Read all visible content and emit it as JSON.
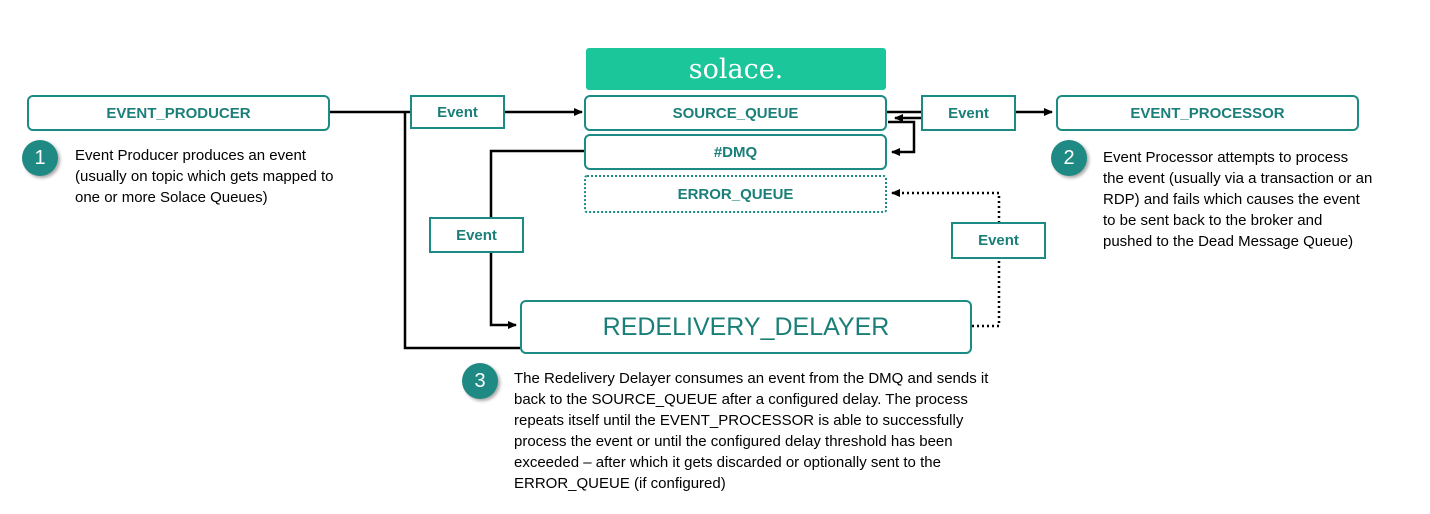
{
  "brand": {
    "logo_text": "solace."
  },
  "nodes": {
    "event_producer": "EVENT_PRODUCER",
    "source_queue": "SOURCE_QUEUE",
    "dmq": "#DMQ",
    "error_queue": "ERROR_QUEUE",
    "event_processor": "EVENT_PROCESSOR",
    "redelivery_delayer": "REDELIVERY_DELAYER"
  },
  "edge_labels": {
    "producer_to_source": "Event",
    "source_to_processor": "Event",
    "dmq_to_delayer": "Event",
    "delayer_to_error": "Event"
  },
  "steps": [
    {
      "number": "1",
      "text": "Event Producer produces an event (usually on topic which gets mapped to one or more Solace Queues)"
    },
    {
      "number": "2",
      "text": "Event Processor attempts to process the event (usually via a transaction or an RDP) and fails which causes the event to be sent back to the broker and pushed to the Dead Message Queue)"
    },
    {
      "number": "3",
      "text": "The Redelivery Delayer consumes an event from the DMQ and sends it back to the SOURCE_QUEUE after a configured delay. The process repeats itself until the EVENT_PROCESSOR is able to successfully process the event or until the configured delay threshold has been exceeded – after which it gets discarded or optionally sent to the ERROR_QUEUE (if configured)"
    }
  ],
  "colors": {
    "teal": "#1b8b84",
    "brand_green": "#1cc69b",
    "badge": "#1f8a83"
  }
}
